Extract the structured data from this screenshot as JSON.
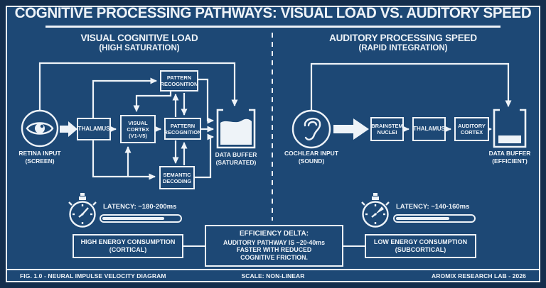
{
  "title": "COGNITIVE PROCESSING PATHWAYS: VISUAL LOAD VS. AUDITORY SPEED",
  "colors": {
    "background": "#1d4875",
    "frame": "#142e4d",
    "line": "#eef3f8"
  },
  "left": {
    "heading": "VISUAL COGNITIVE LOAD",
    "subheading": "(HIGH SATURATION)",
    "input_label": "RETINA INPUT",
    "input_sublabel": "(SCREEN)",
    "thalamus": "THALAMUS",
    "visual_cortex": "VISUAL\nCORTEX\n(V1-V5)",
    "pattern_top": "PATTERN\nRECOGNITION",
    "pattern_mid": "PATTERN\nRECOGNITION",
    "semantic": "SEMANTIC\nDECODING",
    "buffer_label": "DATA BUFFER",
    "buffer_sublabel": "(SATURATED)",
    "latency_label": "LATENCY: ~180-200ms",
    "latency_fill_pct": 78,
    "energy_label": "HIGH ENERGY CONSUMPTION\n(CORTICAL)"
  },
  "right": {
    "heading": "AUDITORY PROCESSING SPEED",
    "subheading": "(RAPID INTEGRATION)",
    "input_label": "COCHLEAR INPUT",
    "input_sublabel": "(SOUND)",
    "brainstem": "BRAINSTEM\nNUCLEI",
    "thalamus": "THALAMUS",
    "auditory_cortex": "AUDITORY\nCORTEX",
    "buffer_label": "DATA BUFFER",
    "buffer_sublabel": "(EFFICIENT)",
    "latency_label": "LATENCY: ~140-160ms",
    "latency_fill_pct": 67,
    "energy_label": "LOW ENERGY CONSUMPTION\n(SUBCORTICAL)"
  },
  "center": {
    "efficiency_title": "EFFICIENCY DELTA:",
    "efficiency_body": "AUDITORY PATHWAY IS ~20-40ms\nFASTER WITH REDUCED\nCOGNITIVE FRICTION."
  },
  "footer": {
    "figure": "FIG. 1.0 - NEURAL IMPULSE VELOCITY DIAGRAM",
    "scale": "SCALE: NON-LINEAR",
    "lab": "AROMIX RESEARCH LAB - 2026"
  }
}
